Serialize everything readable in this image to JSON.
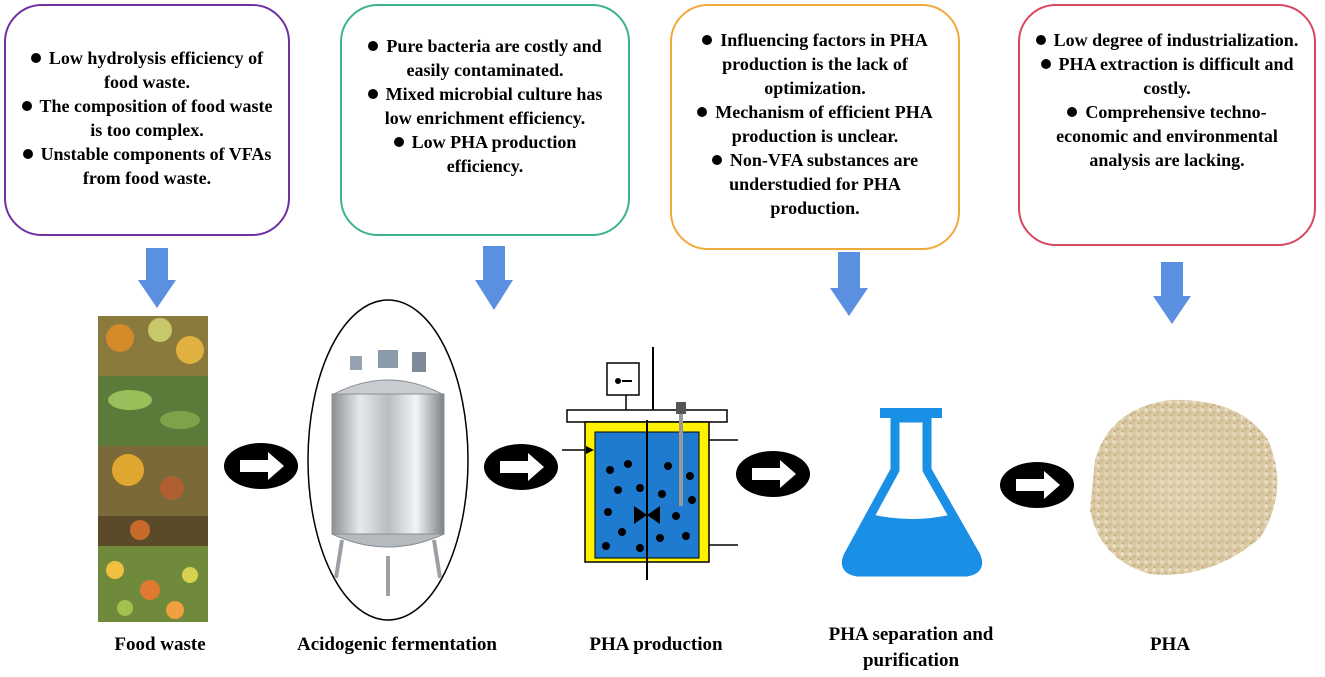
{
  "challenges": [
    {
      "items": [
        "Low hydrolysis efficiency of food waste.",
        "The composition of food waste is too complex.",
        "Unstable components of VFAs from food waste."
      ]
    },
    {
      "items": [
        "Pure bacteria are costly and easily contaminated.",
        "Mixed microbial culture has low enrichment efficiency.",
        "Low PHA production efficiency."
      ]
    },
    {
      "items": [
        "Influencing factors in PHA production is the lack of optimization.",
        "Mechanism of efficient PHA production is unclear.",
        "Non-VFA substances are understudied for PHA production."
      ]
    },
    {
      "items": [
        "Low degree of industrialization.",
        "PHA extraction is difficult and costly.",
        "Comprehensive techno-economic and environmental analysis are lacking."
      ]
    }
  ],
  "stages": [
    {
      "label": "Food waste"
    },
    {
      "label": "Acidogenic fermentation"
    },
    {
      "label": "PHA production"
    },
    {
      "label": "PHA separation and purification"
    },
    {
      "label": "PHA"
    }
  ],
  "colors": {
    "box1": "#7030a0",
    "box2": "#3cb38c",
    "box3": "#f2a93b",
    "box4": "#d94660",
    "down_arrow": "#5b8fe0",
    "reactor_liquid": "#1f7bd0",
    "reactor_jacket": "#fff200",
    "flask": "#1a8fe6"
  }
}
